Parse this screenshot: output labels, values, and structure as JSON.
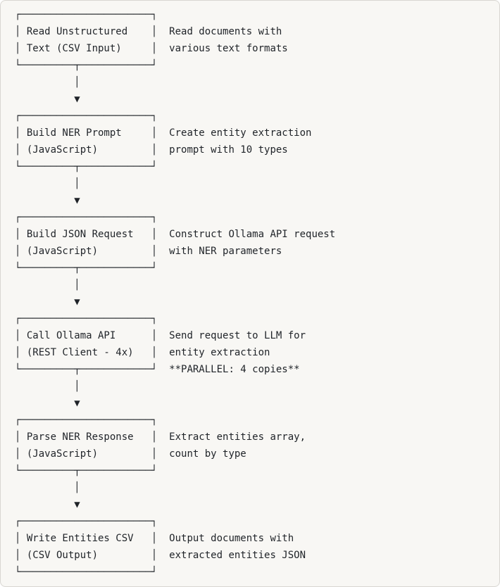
{
  "card": {
    "background_color": "#f8f7f4",
    "border_color": "#d8d6d2",
    "text_color": "#1f2328"
  },
  "diagram": {
    "glyphs": {
      "corner_top_left": "┌",
      "corner_top_right": "┐",
      "corner_bottom_left": "└",
      "corner_bottom_right": "┘",
      "horizontal": "─",
      "vertical": "│",
      "tee_down": "┬",
      "connector": "│",
      "arrow_down": "▼"
    },
    "nodes": [
      {
        "title_lines": [
          "Read Unstructured",
          "Text (CSV Input)"
        ],
        "description_lines": [
          "Read documents with",
          "various text formats"
        ],
        "has_connector": true
      },
      {
        "title_lines": [
          "Build NER Prompt",
          "(JavaScript)"
        ],
        "description_lines": [
          "Create entity extraction",
          "prompt with 10 types"
        ],
        "has_connector": true
      },
      {
        "title_lines": [
          "Build JSON Request",
          "(JavaScript)"
        ],
        "description_lines": [
          "Construct Ollama API request",
          "with NER parameters"
        ],
        "has_connector": true
      },
      {
        "title_lines": [
          "Call Ollama API",
          "(REST Client - 4x)"
        ],
        "description_lines": [
          "Send request to LLM for",
          "entity extraction",
          "**PARALLEL: 4 copies**"
        ],
        "has_connector": true
      },
      {
        "title_lines": [
          "Parse NER Response",
          "(JavaScript)"
        ],
        "description_lines": [
          "Extract entities array,",
          "count by type"
        ],
        "has_connector": true
      },
      {
        "title_lines": [
          "Write Entities CSV",
          "(CSV Output)"
        ],
        "description_lines": [
          "Output documents with",
          "extracted entities JSON"
        ],
        "has_connector": false
      }
    ]
  }
}
